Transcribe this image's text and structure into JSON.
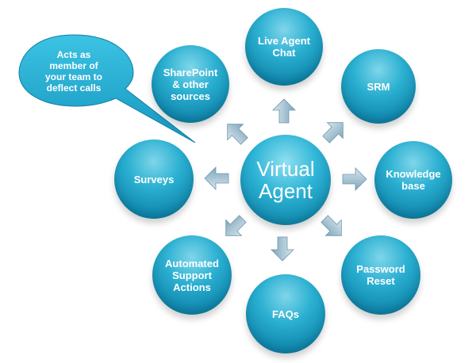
{
  "center": {
    "label": "Virtual\nAgent"
  },
  "callout": {
    "text": "Acts as\nmember of\nyour team to\ndeflect calls"
  },
  "nodes": {
    "live_agent_chat": "Live Agent\nChat",
    "srm": "SRM",
    "knowledge_base": "Knowledge\nbase",
    "password_reset": "Password\nReset",
    "faqs": "FAQs",
    "automated_support_actions": "Automated\nSupport\nActions",
    "surveys": "Surveys",
    "sharepoint": "SharePoint\n& other\nsources"
  },
  "colors": {
    "node": "#1a9cc4",
    "arrow": "#8ab4c8",
    "callout": "#1fb0d6"
  }
}
